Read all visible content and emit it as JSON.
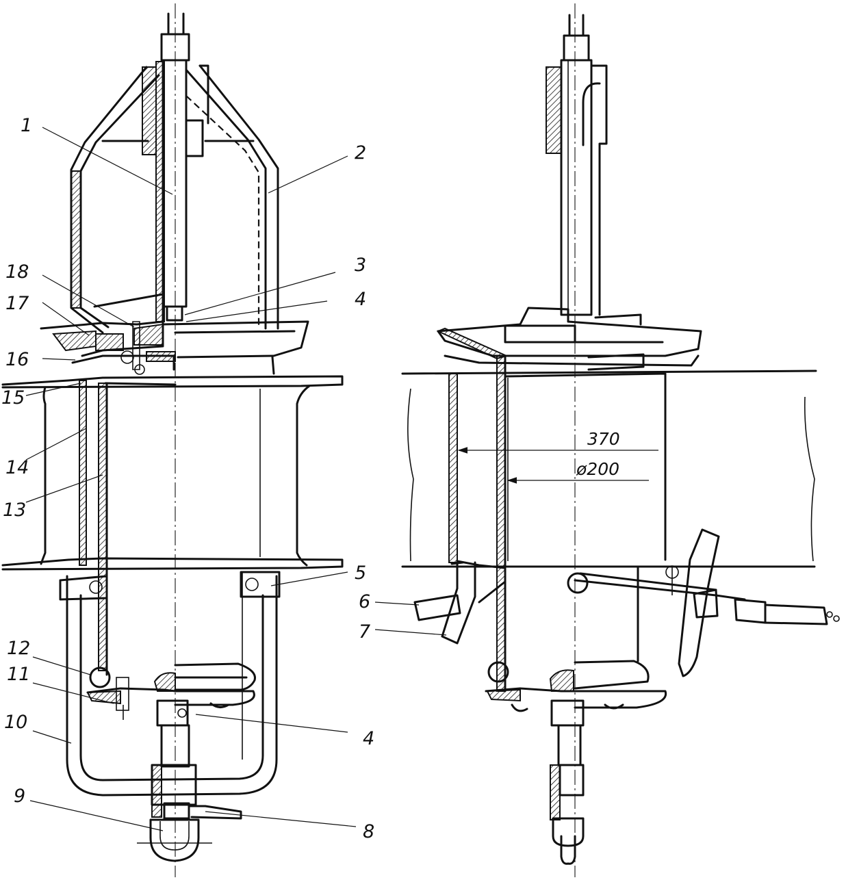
{
  "callouts": [
    "1",
    "2",
    "3",
    "4",
    "4",
    "5",
    "6",
    "7",
    "8",
    "9",
    "10",
    "11",
    "12",
    "13",
    "14",
    "15",
    "16",
    "17",
    "18"
  ],
  "dimensions": {
    "outer": "370",
    "inner": "ø200"
  }
}
